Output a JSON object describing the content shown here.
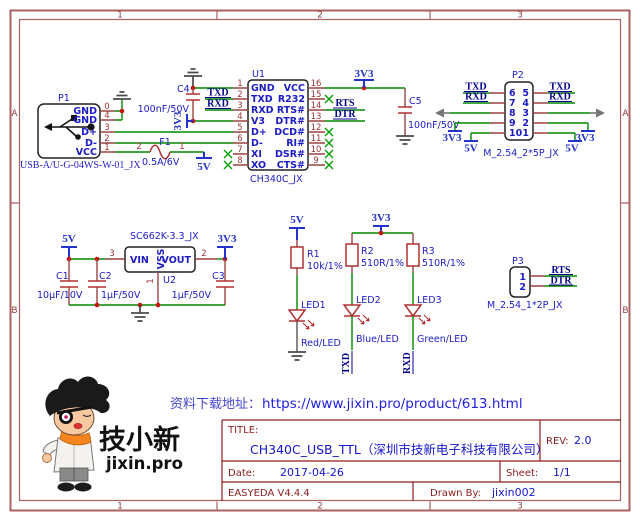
{
  "frame": {
    "cols": [
      "1",
      "2",
      "3"
    ],
    "rows": [
      "A",
      "B"
    ]
  },
  "power": {
    "v5": "5V",
    "v33": "3V3"
  },
  "nets": {
    "txd": "TXD",
    "rxd": "RXD",
    "rts": "RTS",
    "dtr": "DTR"
  },
  "p1": {
    "ref": "P1",
    "part": "USB-A/U-G-04WS-W-01_JX",
    "pins": [
      {
        "num": "0",
        "name": "GND"
      },
      {
        "num": "4",
        "name": "GND"
      },
      {
        "num": "3",
        "name": "D+"
      },
      {
        "num": "2",
        "name": "D-"
      },
      {
        "num": "1",
        "name": "VCC"
      }
    ]
  },
  "f1": {
    "ref": "F1",
    "value": "0.5A/6V",
    "pin_left": "2",
    "pin_right": "1"
  },
  "c4": {
    "ref": "C4",
    "value": "100nF/50V"
  },
  "c5": {
    "ref": "C5",
    "value": "100nF/50V"
  },
  "u1": {
    "ref": "U1",
    "part": "CH340C_JX",
    "left": [
      {
        "n": "1",
        "name": "GND"
      },
      {
        "n": "2",
        "name": "TXD"
      },
      {
        "n": "3",
        "name": "RXD"
      },
      {
        "n": "4",
        "name": "V3"
      },
      {
        "n": "5",
        "name": "D+"
      },
      {
        "n": "6",
        "name": "D-"
      },
      {
        "n": "7",
        "name": "XI"
      },
      {
        "n": "8",
        "name": "XO"
      }
    ],
    "right": [
      {
        "n": "16",
        "name": "VCC"
      },
      {
        "n": "15",
        "name": "R232"
      },
      {
        "n": "14",
        "name": "RTS#"
      },
      {
        "n": "13",
        "name": "DTR#"
      },
      {
        "n": "12",
        "name": "DCD#"
      },
      {
        "n": "11",
        "name": "RI#"
      },
      {
        "n": "10",
        "name": "DSR#"
      },
      {
        "n": "9",
        "name": "CTS#"
      }
    ]
  },
  "p2": {
    "ref": "P2",
    "part": "M_2.54_2*5P_JX",
    "left_nums": [
      "6",
      "7",
      "8",
      "9",
      "10"
    ],
    "right_nums": [
      "5",
      "4",
      "3",
      "2",
      "1"
    ]
  },
  "u2": {
    "ref": "U2",
    "part": "SC662K-3.3_JX",
    "vin": "VIN",
    "vss": "VSS",
    "vout": "VOUT",
    "n_vin": "3",
    "n_vss": "1",
    "n_vout": "2"
  },
  "c1": {
    "ref": "C1",
    "value": "10µF/10V"
  },
  "c2": {
    "ref": "C2",
    "value": "1µF/50V"
  },
  "c3": {
    "ref": "C3",
    "value": "1µF/50V"
  },
  "r1": {
    "ref": "R1",
    "value": "10k/1%"
  },
  "r2": {
    "ref": "R2",
    "value": "510R/1%"
  },
  "r3": {
    "ref": "R3",
    "value": "510R/1%"
  },
  "led1": {
    "ref": "LED1",
    "label": "Red/LED"
  },
  "led2": {
    "ref": "LED2",
    "label": "Blue/LED"
  },
  "led3": {
    "ref": "LED3",
    "label": "Green/LED"
  },
  "p3": {
    "ref": "P3",
    "part": "M_2.54_1*2P_JX",
    "n1": "1",
    "n2": "2"
  },
  "download": {
    "label": "资料下载地址：",
    "url": "https://www.jixin.pro/product/613.html"
  },
  "logo": {
    "brand": "技小新",
    "site": "jixin.pro"
  },
  "title_block": {
    "title_label": "TITLE:",
    "title": "CH340C_USB_TTL（深圳市技新电子科技有限公司）",
    "rev_label": "REV:",
    "rev": "2.0",
    "date_label": "Date:",
    "date": "2017-04-26",
    "sheet_label": "Sheet:",
    "sheet": "1/1",
    "tool": "EASYEDA V4.4.4",
    "drawn_label": "Drawn By:",
    "drawn": "jixin002"
  },
  "colors": {
    "wire": "#008a00",
    "component": "#b03030",
    "accent_blue": "#1c1cc4",
    "frame": "#ab6161",
    "title_border": "#8c1c1c",
    "url_blue": "#1f1fe0"
  }
}
